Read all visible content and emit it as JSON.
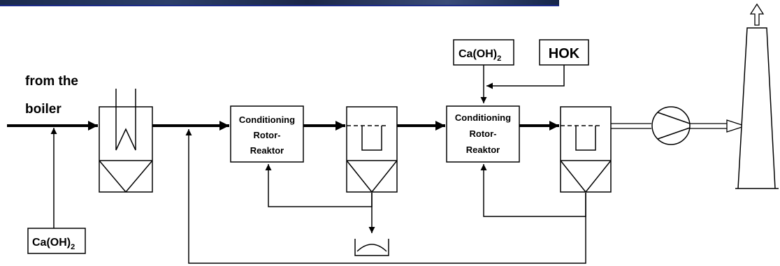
{
  "source_label_line1": "from the",
  "source_label_line2": "boiler",
  "reagent_left": {
    "base": "Ca(OH)",
    "sub": "2"
  },
  "reagent_top": {
    "base": "Ca(OH)",
    "sub": "2"
  },
  "hok_label": "HOK",
  "reactor1": {
    "line1": "Conditioning",
    "line2": "Rotor-",
    "line3": "Reaktor"
  },
  "reactor2": {
    "line1": "Conditioning",
    "line2": "Rotor-",
    "line3": "Reaktor"
  }
}
